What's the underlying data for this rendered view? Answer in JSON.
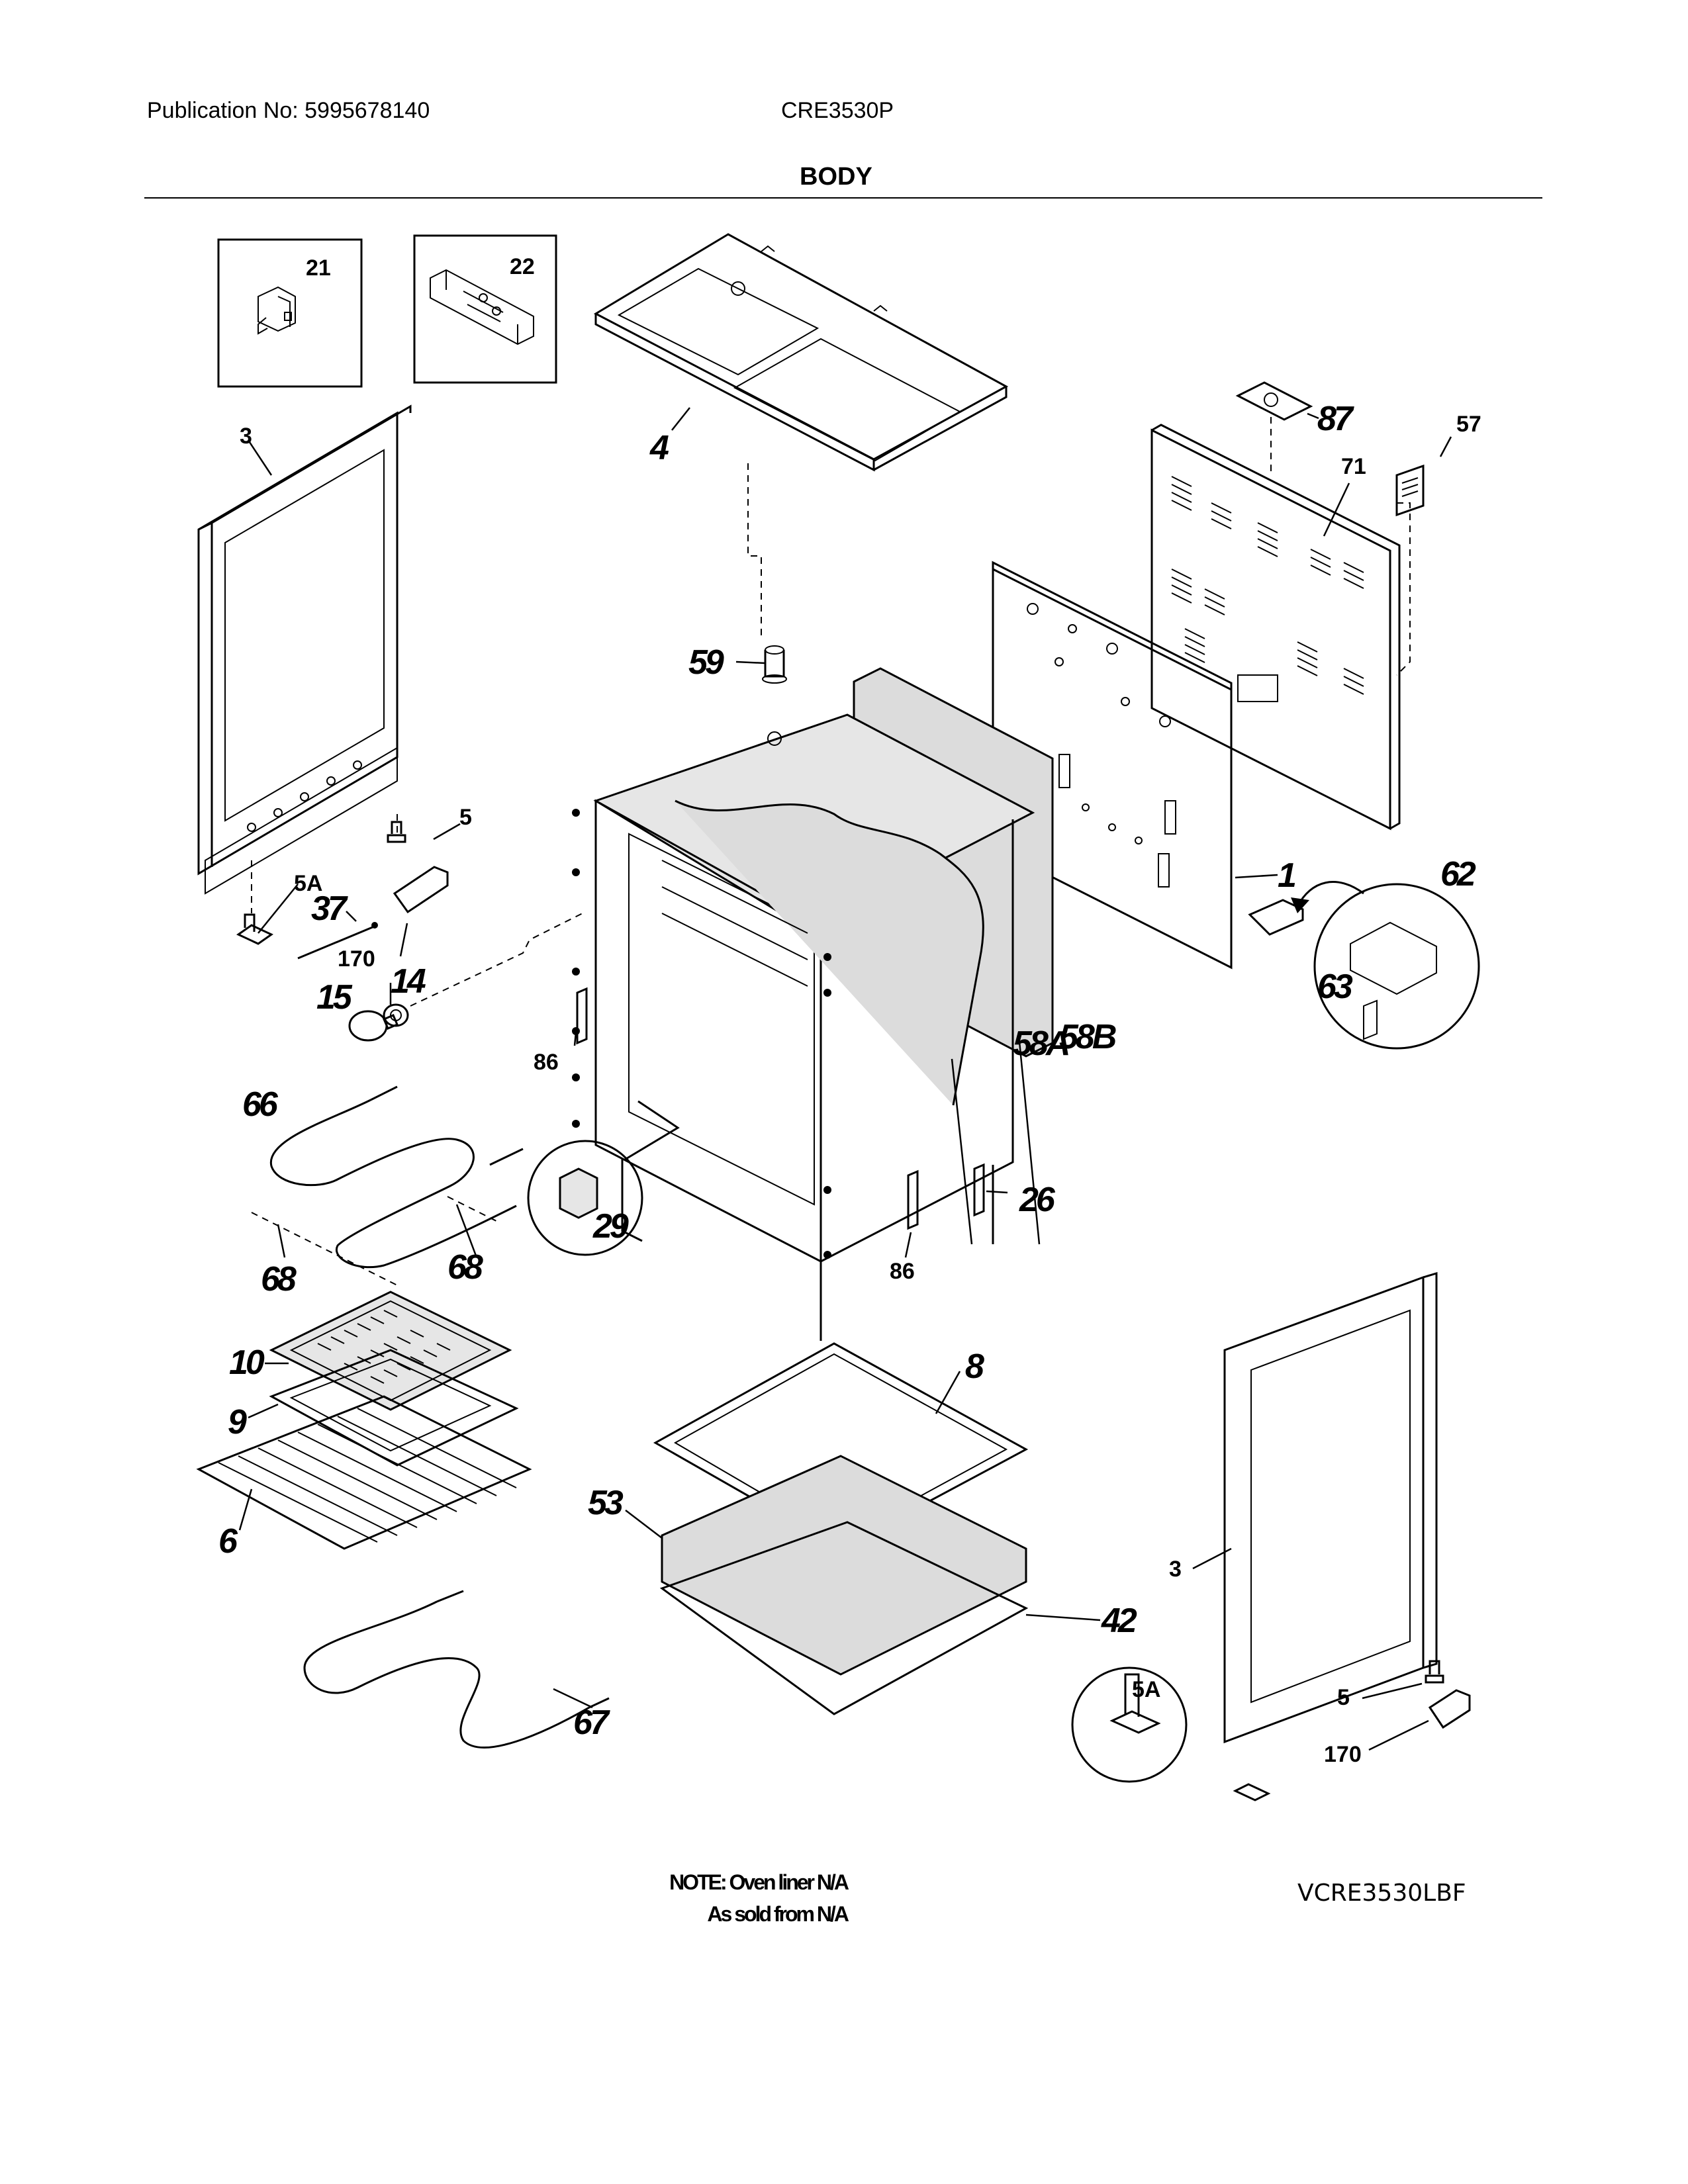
{
  "header": {
    "publication": "Publication No: 5995678140",
    "model": "CRE3530P",
    "section_title": "BODY"
  },
  "labels": {
    "l21": "21",
    "l22": "22",
    "l3a": "3",
    "l4": "4",
    "l87": "87",
    "l57": "57",
    "l71": "71",
    "l59": "59",
    "l5a": "5",
    "l5aa": "5A",
    "l37": "37",
    "l170a": "170",
    "l15": "15",
    "l14": "14",
    "l1": "1",
    "l62": "62",
    "l63": "63",
    "l86a": "86",
    "l58a": "58A",
    "l58b": "58B",
    "l66": "66",
    "l68a": "68",
    "l68b": "68",
    "l29": "29",
    "l26": "26",
    "l86b": "86",
    "l10": "10",
    "l9": "9",
    "l6": "6",
    "l8": "8",
    "l53": "53",
    "l42": "42",
    "l67": "67",
    "l3b": "3",
    "l5ab": "5A",
    "l5b": "5",
    "l170b": "170"
  },
  "footer": {
    "note_line1": "NOTE: Oven liner N/A",
    "note_line2": "As sold from N/A",
    "drawing_code": "VCRE3530LBF"
  }
}
